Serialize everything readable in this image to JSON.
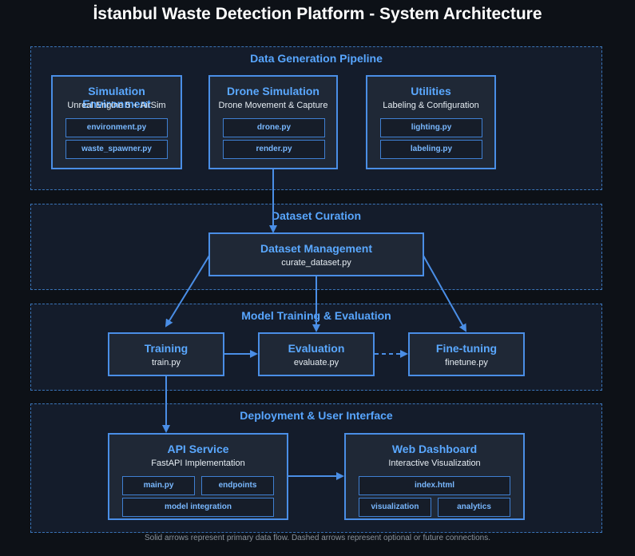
{
  "title": "İstanbul Waste Detection Platform - System Architecture",
  "sections": {
    "data_generation": "Data Generation Pipeline",
    "dataset_curation": "Dataset Curation",
    "model_training": "Model Training & Evaluation",
    "deployment": "Deployment & User Interface"
  },
  "boxes": {
    "simulation": {
      "title": "Simulation Environment",
      "subtitle": "Unreal Engine 5 + AirSim",
      "files": [
        "environment.py",
        "waste_spawner.py"
      ]
    },
    "drone": {
      "title": "Drone Simulation",
      "subtitle": "Drone Movement & Capture",
      "files": [
        "drone.py",
        "render.py"
      ]
    },
    "utilities": {
      "title": "Utilities",
      "subtitle": "Labeling & Configuration",
      "files": [
        "lighting.py",
        "labeling.py"
      ]
    },
    "dataset": {
      "title": "Dataset Management",
      "subtitle": "curate_dataset.py"
    },
    "training": {
      "title": "Training",
      "subtitle": "train.py"
    },
    "evaluation": {
      "title": "Evaluation",
      "subtitle": "evaluate.py"
    },
    "finetuning": {
      "title": "Fine-tuning",
      "subtitle": "finetune.py"
    },
    "api": {
      "title": "API Service",
      "subtitle": "FastAPI Implementation",
      "files": [
        "main.py",
        "endpoints",
        "model integration"
      ]
    },
    "dashboard": {
      "title": "Web Dashboard",
      "subtitle": "Interactive Visualization",
      "files": [
        "index.html",
        "visualization",
        "analytics"
      ]
    }
  },
  "footer": "Solid arrows represent primary data flow. Dashed arrows represent optional or future connections.",
  "colors": {
    "background": "#0d1117",
    "section_fill": "#141c2b",
    "section_border": "#3a74b8",
    "box_fill": "#1f2836",
    "box_border": "#4a8ee6",
    "accent": "#58a6ff",
    "arrow": "#4a8ee6"
  }
}
